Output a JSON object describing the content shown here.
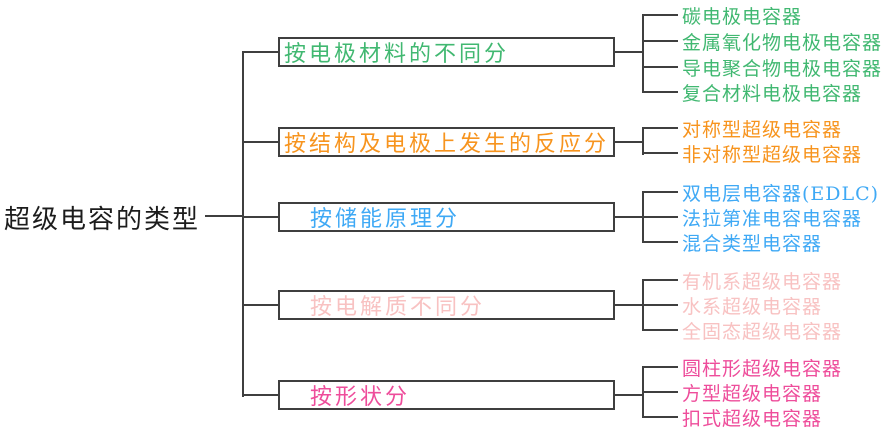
{
  "diagram": {
    "root_label": "超级电容的类型",
    "line_color": "#3f3f3f",
    "groups": [
      {
        "label": "按电极材料的不同分",
        "color": "#41b871",
        "leaves": [
          "碳电极电容器",
          "金属氧化物电极电容器",
          "导电聚合物电极电容器",
          "复合材料电极电容器"
        ]
      },
      {
        "label": "按结构及电极上发生的反应分",
        "color": "#f7941e",
        "leaves": [
          "对称型超级电容器",
          "非对称型超级电容器"
        ]
      },
      {
        "label": "按储能原理分",
        "color": "#3fa9f5",
        "leaves": [
          "双电层电容器(EDLC)",
          "法拉第准电容电容器",
          "混合类型电容器"
        ]
      },
      {
        "label": "按电解质不同分",
        "color": "#f8c2c2",
        "leaves": [
          "有机系超级电容器",
          "水系超级电容器",
          "全固态超级电容器"
        ]
      },
      {
        "label": "按形状分",
        "color": "#ee4d9b",
        "leaves": [
          "圆柱形超级电容器",
          "方型超级电容器",
          "扣式超级电容器"
        ]
      }
    ]
  }
}
